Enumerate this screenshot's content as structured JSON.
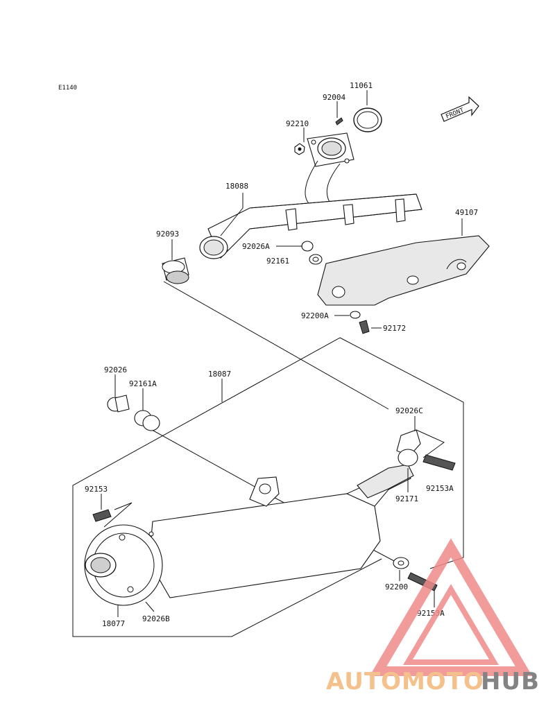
{
  "diagram_code": "E1140",
  "front_label": "FRONT",
  "watermark": {
    "part1": "AUTOMOTO",
    "part2": "HUB",
    "color_main": "#f3b77a",
    "color_hub": "#6e6e6e",
    "color_triangle": "#f08a8a"
  },
  "parts": {
    "p11061": "11061",
    "p92004": "92004",
    "p92210": "92210",
    "p18088": "18088",
    "p49107": "49107",
    "p92093": "92093",
    "p92026A": "92026A",
    "p92161": "92161",
    "p92200A": "92200A",
    "p92172": "92172",
    "p92026": "92026",
    "p92161A": "92161A",
    "p18087": "18087",
    "p92026C": "92026C",
    "p92153A_top": "92153A",
    "p92171": "92171",
    "p92153": "92153",
    "p92200": "92200",
    "p92153A_bottom": "92153A",
    "p18077": "18077",
    "p92026B": "92026B"
  }
}
